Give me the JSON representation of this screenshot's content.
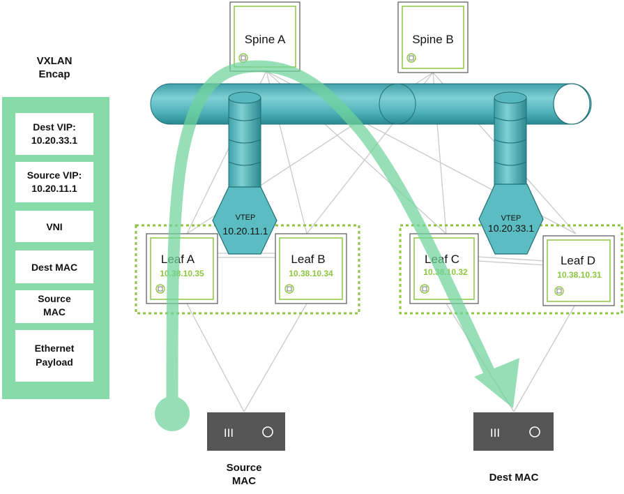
{
  "encap": {
    "title_line1": "VXLAN",
    "title_line2": "Encap",
    "fields": [
      {
        "line1": "Dest VIP:",
        "line2": "10.20.33.1"
      },
      {
        "line1": "Source VIP:",
        "line2": "10.20.11.1"
      },
      {
        "line1": "VNI",
        "line2": ""
      },
      {
        "line1": "Dest MAC",
        "line2": ""
      },
      {
        "line1": "Source",
        "line2": "MAC"
      },
      {
        "line1": "Ethernet",
        "line2": "Payload"
      }
    ]
  },
  "spines": [
    {
      "label": "Spine A"
    },
    {
      "label": "Spine B"
    }
  ],
  "leaves": [
    {
      "label": "Leaf A",
      "ip": "10.38.10.35"
    },
    {
      "label": "Leaf B",
      "ip": "10.38.10.34"
    },
    {
      "label": "Leaf C",
      "ip": "10.38.10.32"
    },
    {
      "label": "Leaf D",
      "ip": "10.38.10.31"
    }
  ],
  "vteps": [
    {
      "label": "VTEP",
      "ip": "10.20.11.1"
    },
    {
      "label": "VTEP",
      "ip": "10.20.33.1"
    }
  ],
  "hosts": [
    {
      "line1": "Source",
      "line2": "MAC",
      "glyph": "III"
    },
    {
      "line1": "Dest MAC",
      "line2": "",
      "glyph": "III"
    }
  ],
  "colors": {
    "tunnel": "#5bbcc2",
    "tunnel_dark": "#2f8f97",
    "flow_arrow": "#6fd39a",
    "encap_panel": "#86dba8",
    "leaf_ip": "#8cc63f",
    "pair_border": "#8cc63f",
    "node_border": "#8cc63f",
    "host_box": "#555555",
    "link": "#c8c8c8",
    "vtep": "#5bbcc2"
  }
}
